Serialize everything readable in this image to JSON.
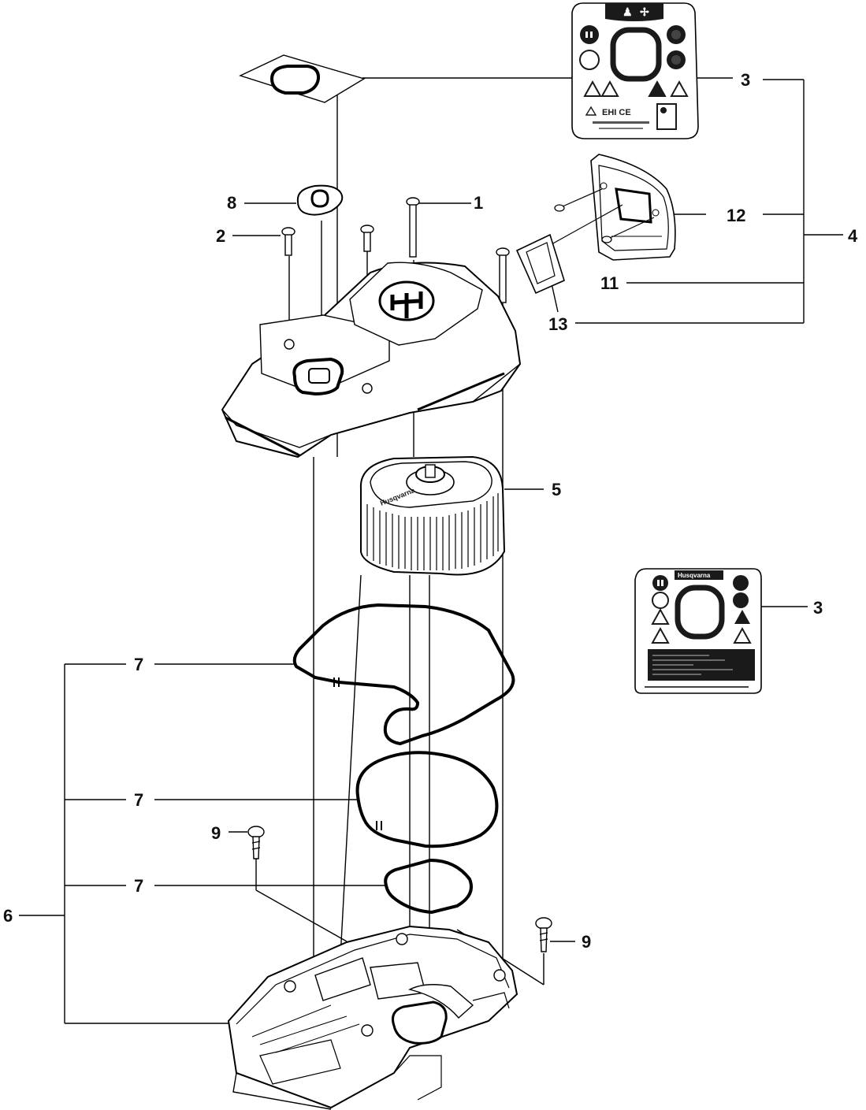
{
  "callouts": {
    "c1": "1",
    "c2": "2",
    "c3a": "3",
    "c3b": "3",
    "c4": "4",
    "c5": "5",
    "c6": "6",
    "c7a": "7",
    "c7b": "7",
    "c7c": "7",
    "c8": "8",
    "c9a": "9",
    "c9b": "9",
    "c11": "11",
    "c12": "12",
    "c13": "13"
  },
  "decal_text": {
    "ce_mark": "EHI  CE",
    "brand_band": "Husqvarna",
    "filter_brand": "Husqvarna"
  },
  "colors": {
    "line": "#000000",
    "background": "#ffffff",
    "decal_dark": "#1a1a1a"
  }
}
